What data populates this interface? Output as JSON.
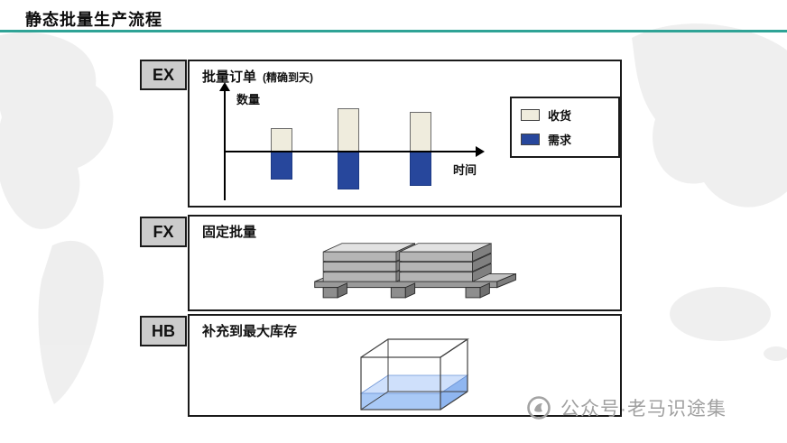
{
  "page": {
    "title": "静态批量生产流程"
  },
  "colors": {
    "accent_line": "#2fa396",
    "label_box_bg": "#cccccc",
    "receipt": "#efecdd",
    "demand": "#27479c"
  },
  "sections": [
    {
      "code": "EX",
      "title": "批量订单",
      "subtitle": "(精确到天)"
    },
    {
      "code": "FX",
      "title": "固定批量"
    },
    {
      "code": "HB",
      "title": "补充到最大库存"
    }
  ],
  "chart_data": {
    "type": "bar",
    "title": "批量订单 (精确到天)",
    "xlabel": "时间",
    "ylabel": "数量",
    "x": [
      1,
      2,
      3
    ],
    "series": [
      {
        "name": "收货",
        "color": "#efecdd",
        "values": [
          26,
          48,
          44
        ]
      },
      {
        "name": "需求",
        "color": "#27479c",
        "values": [
          -31,
          -42,
          -38
        ]
      }
    ],
    "baseline": 0,
    "grid": false,
    "legend_position": "top-right",
    "note": "qualitative bars above axis = receipts, below axis = demand; no numeric tick labels shown"
  },
  "watermark": {
    "text": "公众号·老马识途集"
  }
}
